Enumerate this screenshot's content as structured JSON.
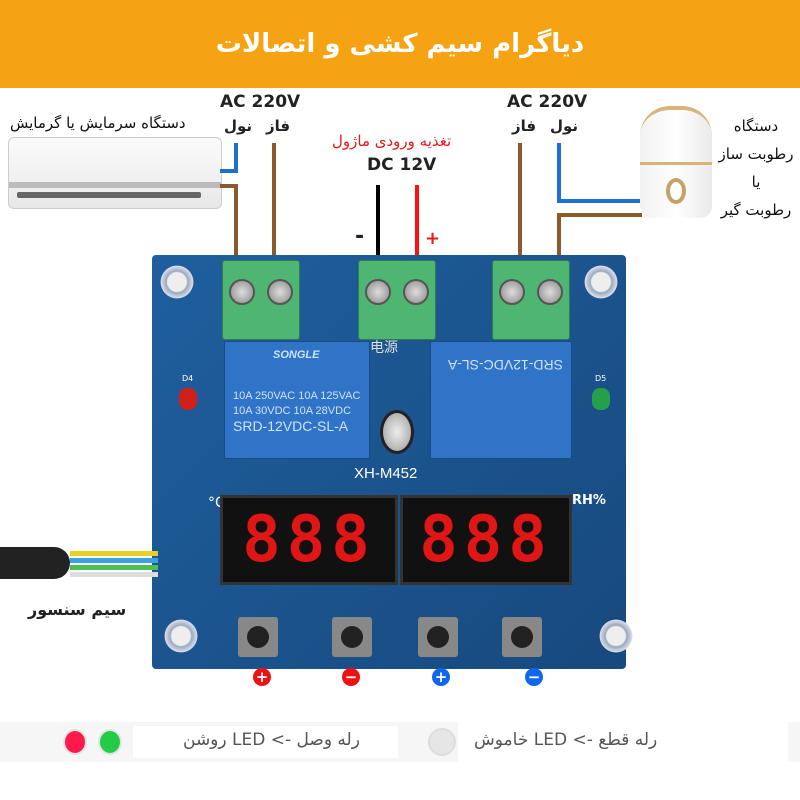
{
  "title": "دیاگرام سیم کشی و اتصالات",
  "left_load": {
    "voltage": "AC 220V",
    "neutral": "نول",
    "phase": "فاز",
    "device": "دستگاه سرمایش یا گرمایش"
  },
  "power": {
    "label": "تغذیه ورودی ماژول",
    "voltage": "DC 12V",
    "minus": "-",
    "plus": "+"
  },
  "right_load": {
    "voltage": "AC 220V",
    "phase": "فاز",
    "neutral": "نول",
    "device_lines": [
      "دستگاه",
      "رطوبت ساز",
      "یا",
      "رطوبت گیر"
    ]
  },
  "board": {
    "model": "XH-M452",
    "power_mark": "电源",
    "relay_left": [
      "SONGLE",
      "10A 250VAC 10A 125VAC",
      "10A 30VDC 10A 28VDC",
      "SRD-12VDC-SL-A"
    ],
    "relay_right": [
      "SRD-12VDC-SL-A"
    ],
    "led_left": "D4",
    "led_right": "D5",
    "unit_left": "°C",
    "unit_right": "RH%",
    "display_left": "888",
    "display_right": "888"
  },
  "sensor_label": "سیم سنسور",
  "buttons": [
    {
      "symbol": "+",
      "color": "#ee1111"
    },
    {
      "symbol": "−",
      "color": "#ee1111"
    },
    {
      "symbol": "+",
      "color": "#1166ee"
    },
    {
      "symbol": "−",
      "color": "#1166ee"
    }
  ],
  "legend": {
    "on_text": "رله وصل -> LED روشن",
    "off_text": "رله قطع -> LED خاموش",
    "colors": {
      "red": "#ff1a4b",
      "green": "#22cc44",
      "off": "#e6e6e6"
    }
  }
}
